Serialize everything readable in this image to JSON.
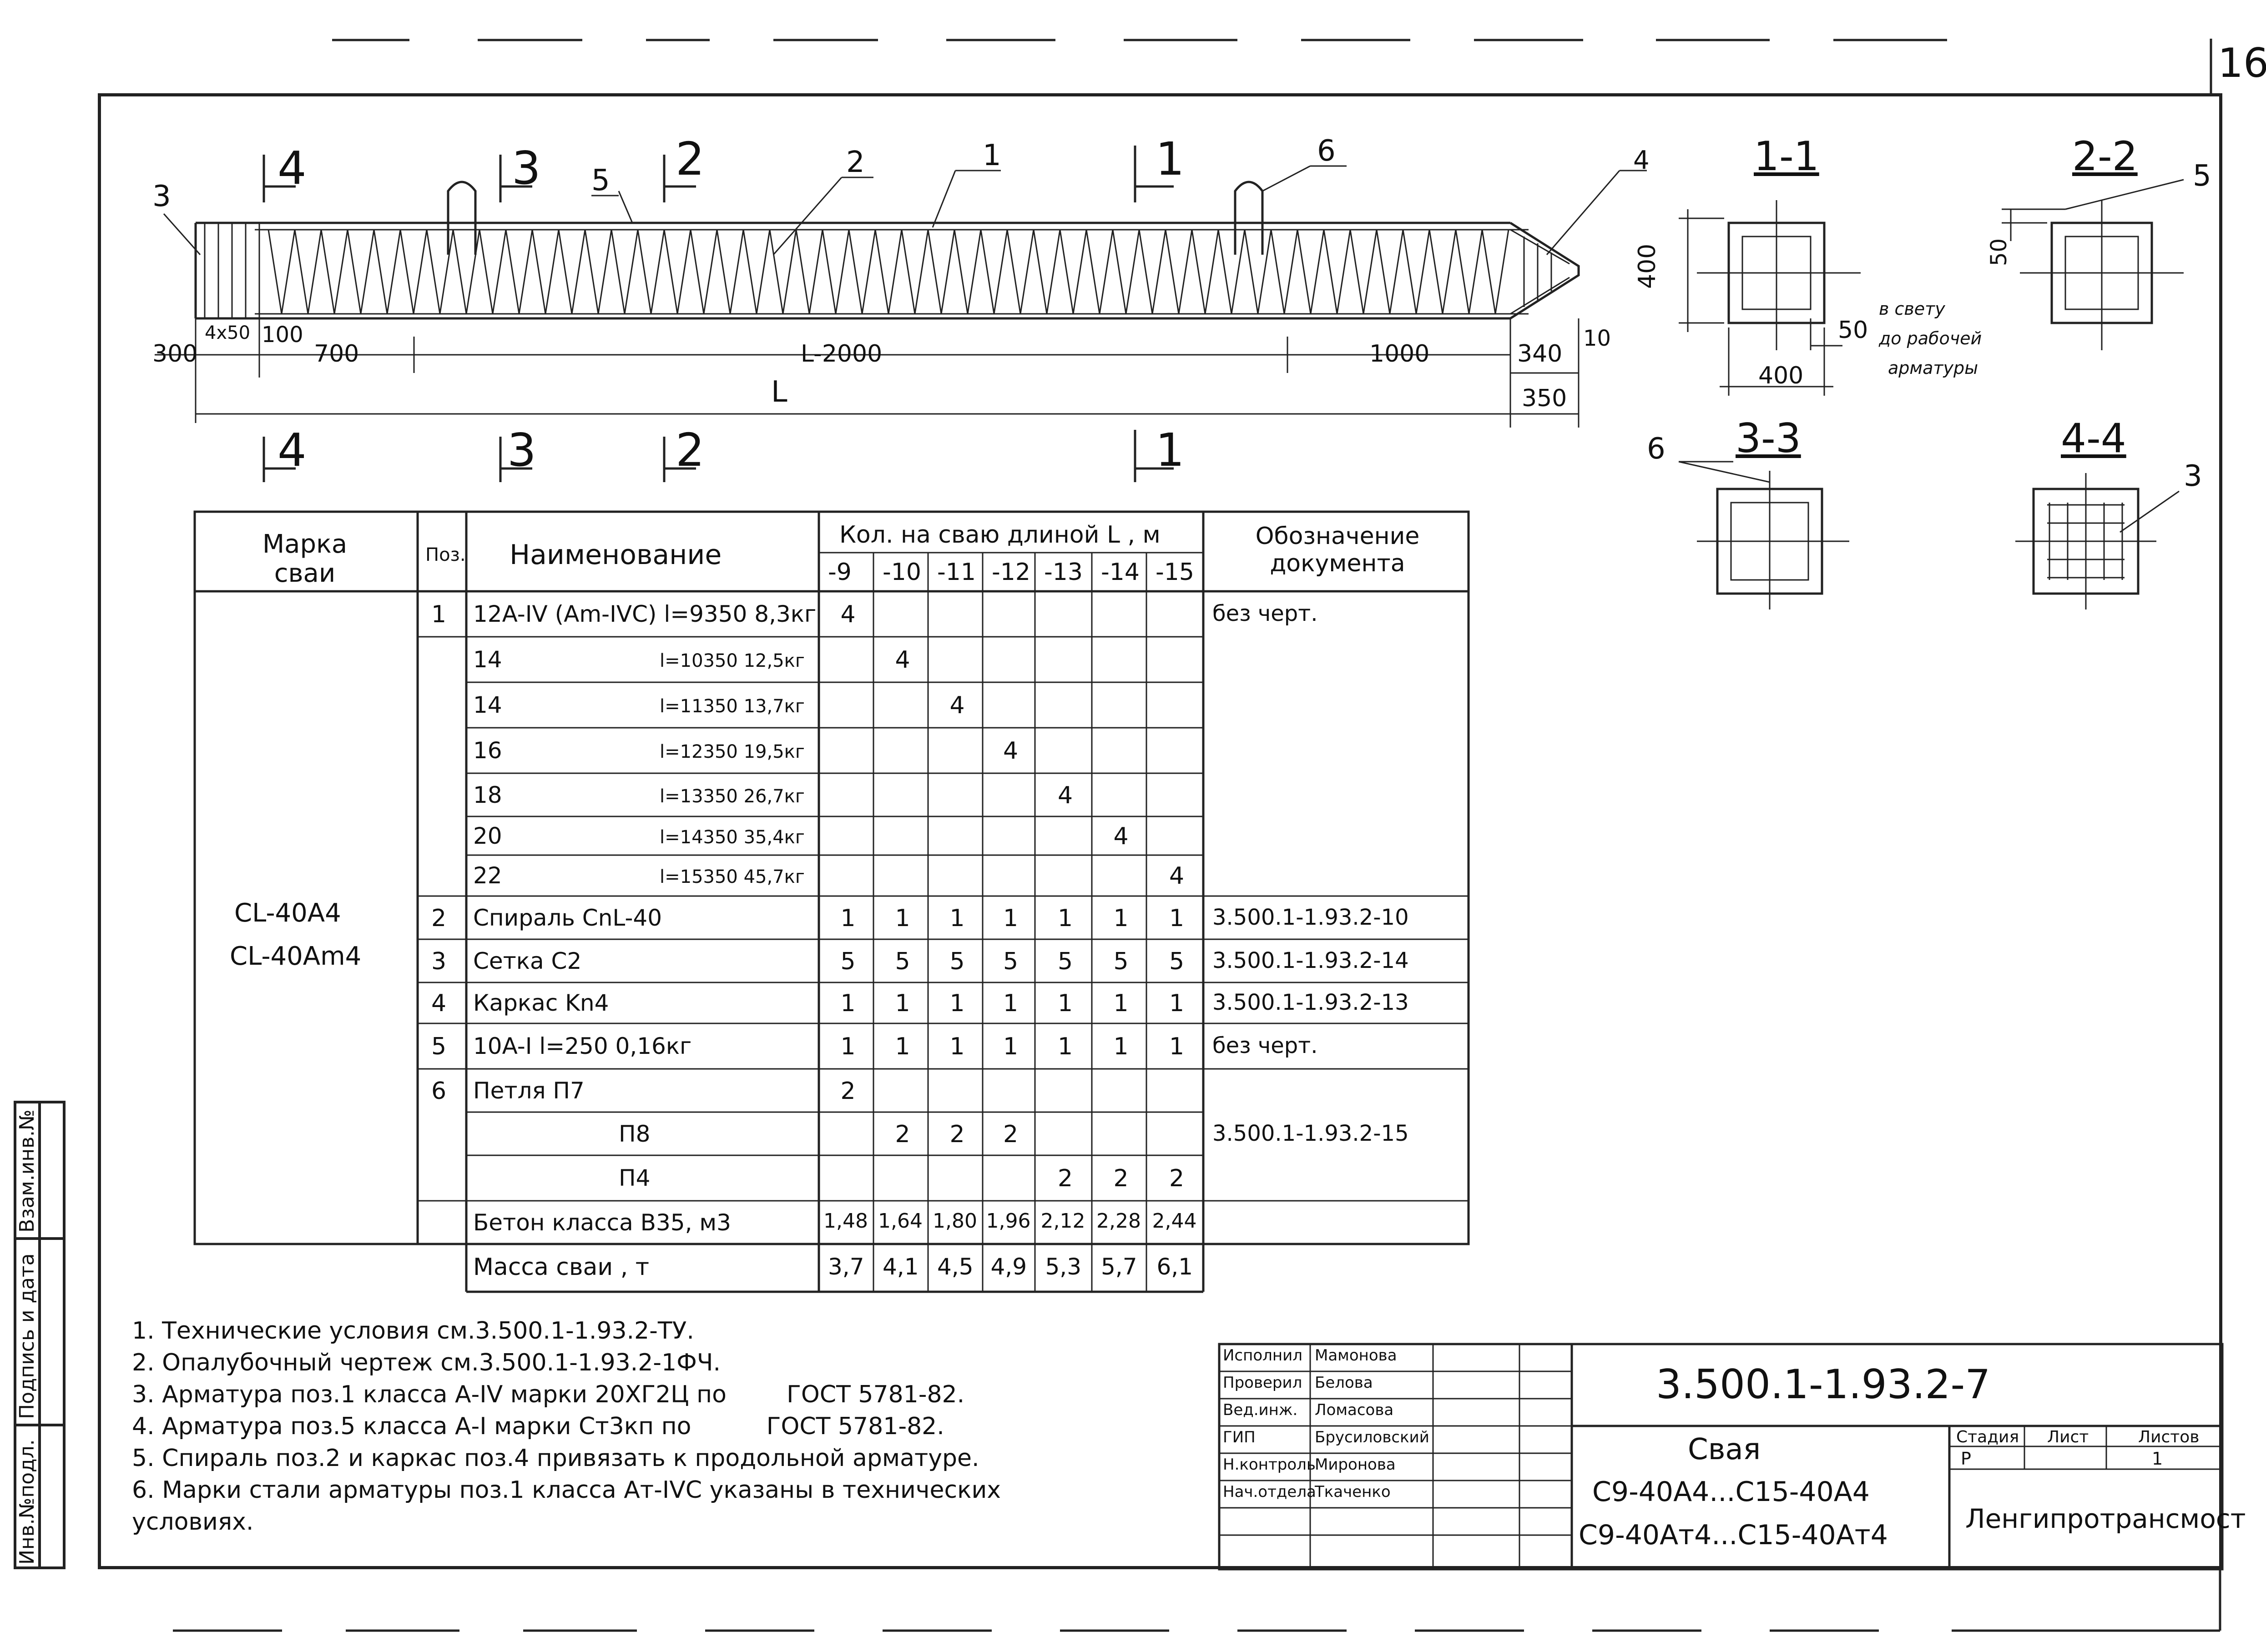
{
  "sheet_number": "16",
  "drawing": {
    "section_marks": [
      "4",
      "3",
      "2",
      "1"
    ],
    "leader_numbers": [
      "3",
      "5",
      "2",
      "1",
      "6",
      "4"
    ],
    "dims": {
      "d300": "300",
      "d4x50": "4x50",
      "d100": "100",
      "d700": "700",
      "dL2000": "L-2000",
      "d1000": "1000",
      "d340": "340",
      "d10": "10",
      "dL": "L",
      "d350": "350"
    }
  },
  "sections": {
    "s11": {
      "title": "1-1",
      "dim_h": "400",
      "dim_w": "400",
      "dim_50": "50",
      "note": [
        "в свету",
        "до рабочей",
        "арматуры"
      ]
    },
    "s22": {
      "title": "2-2",
      "dim_50": "50",
      "leader": "5"
    },
    "s33": {
      "title": "3-3",
      "leader": "6"
    },
    "s44": {
      "title": "4-4",
      "leader": "3"
    }
  },
  "spec_table": {
    "headers": {
      "marka": "Марка сваи",
      "pos": "Поз.",
      "name": "Наименование",
      "qty": "Кол. на сваю длиной L , м",
      "doc": "Обозначение документа"
    },
    "lengths": [
      "-9",
      "-10",
      "-11",
      "-12",
      "-13",
      "-14",
      "-15"
    ],
    "marka_values": [
      "CL-40A4",
      "CL-40Am4"
    ],
    "rows": [
      {
        "pos": "1",
        "name": "12A-IV (Am-IVC) l=9350 8,3кг",
        "q": [
          "4",
          "",
          "",
          "",
          "",
          "",
          ""
        ],
        "doc": "без черт."
      },
      {
        "pos": "",
        "name": "14",
        "spec": "l=10350 12,5кг",
        "q": [
          "",
          "4",
          "",
          "",
          "",
          "",
          ""
        ],
        "doc": ""
      },
      {
        "pos": "",
        "name": "14",
        "spec": "l=11350 13,7кг",
        "q": [
          "",
          "",
          "4",
          "",
          "",
          "",
          ""
        ],
        "doc": ""
      },
      {
        "pos": "",
        "name": "16",
        "spec": "l=12350 19,5кг",
        "q": [
          "",
          "",
          "",
          "4",
          "",
          "",
          ""
        ],
        "doc": ""
      },
      {
        "pos": "",
        "name": "18",
        "spec": "l=13350 26,7кг",
        "q": [
          "",
          "",
          "",
          "",
          "4",
          "",
          ""
        ],
        "doc": ""
      },
      {
        "pos": "",
        "name": "20",
        "spec": "l=14350 35,4кг",
        "q": [
          "",
          "",
          "",
          "",
          "",
          "4",
          ""
        ],
        "doc": ""
      },
      {
        "pos": "",
        "name": "22",
        "spec": "l=15350 45,7кг",
        "q": [
          "",
          "",
          "",
          "",
          "",
          "",
          "4"
        ],
        "doc": ""
      },
      {
        "pos": "2",
        "name": "Спираль CnL-40",
        "q": [
          "1",
          "1",
          "1",
          "1",
          "1",
          "1",
          "1"
        ],
        "doc": "3.500.1-1.93.2-10"
      },
      {
        "pos": "3",
        "name": "Сетка C2",
        "q": [
          "5",
          "5",
          "5",
          "5",
          "5",
          "5",
          "5"
        ],
        "doc": "3.500.1-1.93.2-14"
      },
      {
        "pos": "4",
        "name": "Каркас Kn4",
        "q": [
          "1",
          "1",
          "1",
          "1",
          "1",
          "1",
          "1"
        ],
        "doc": "3.500.1-1.93.2-13"
      },
      {
        "pos": "5",
        "name": "10A-I  l=250      0,16кг",
        "q": [
          "1",
          "1",
          "1",
          "1",
          "1",
          "1",
          "1"
        ],
        "doc": "без черт."
      },
      {
        "pos": "6",
        "name": "Петля       П7",
        "q": [
          "2",
          "",
          "",
          "",
          "",
          "",
          ""
        ],
        "doc": ""
      },
      {
        "pos": "",
        "name": "П8",
        "q": [
          "",
          "2",
          "2",
          "2",
          "",
          "",
          ""
        ],
        "doc": "3.500.1-1.93.2-15"
      },
      {
        "pos": "",
        "name": "П4",
        "q": [
          "",
          "",
          "",
          "",
          "2",
          "2",
          "2"
        ],
        "doc": ""
      },
      {
        "pos": "",
        "name": "Бетон класса В35, м3",
        "q": [
          "1,48",
          "1,64",
          "1,80",
          "1,96",
          "2,12",
          "2,28",
          "2,44"
        ],
        "doc": ""
      }
    ],
    "mass_row": {
      "name": "Масса сваи , т",
      "q": [
        "3,7",
        "4,1",
        "4,5",
        "4,9",
        "5,3",
        "5,7",
        "6,1"
      ]
    }
  },
  "notes": [
    "1. Технические условия см.3.500.1-1.93.2-ТУ.",
    "2. Опалубочный чертеж см.3.500.1-1.93.2-1ФЧ.",
    "3. Арматура поз.1 класса А-IV марки 20ХГ2Ц по        ГОСТ 5781-82.",
    "4. Арматура поз.5 класса А-I марки Ст3кп по          ГОСТ 5781-82.",
    "5. Спираль поз.2 и каркас поз.4 привязать к продольной арматуре.",
    "6. Марки стали арматуры поз.1 класса Ат-IVC указаны в технических",
    "условиях."
  ],
  "title_block": {
    "roles": [
      "Исполнил",
      "Проверил",
      "Вед.инж.",
      "ГИП",
      "Н.контроль",
      "Нач.отдела"
    ],
    "names": [
      "Мамонова",
      "Белова",
      "Ломасова",
      "Брусиловский",
      "Миронова",
      "Ткаченко"
    ],
    "doc_code": "3.500.1-1.93.2-7",
    "title_lines": [
      "Свая",
      "С9-40А4...С15-40А4",
      "С9-40Ат4...С15-40Ат4"
    ],
    "stage_label": "Стадия",
    "sheet_label": "Лист",
    "sheets_label": "Листов",
    "stage_value": "Р",
    "sheets_value": "1",
    "org": "Ленгипротрансмост"
  },
  "side_stamp": [
    "Инв.№подл.",
    "Подпись и дата",
    "Взам.инв.№"
  ]
}
